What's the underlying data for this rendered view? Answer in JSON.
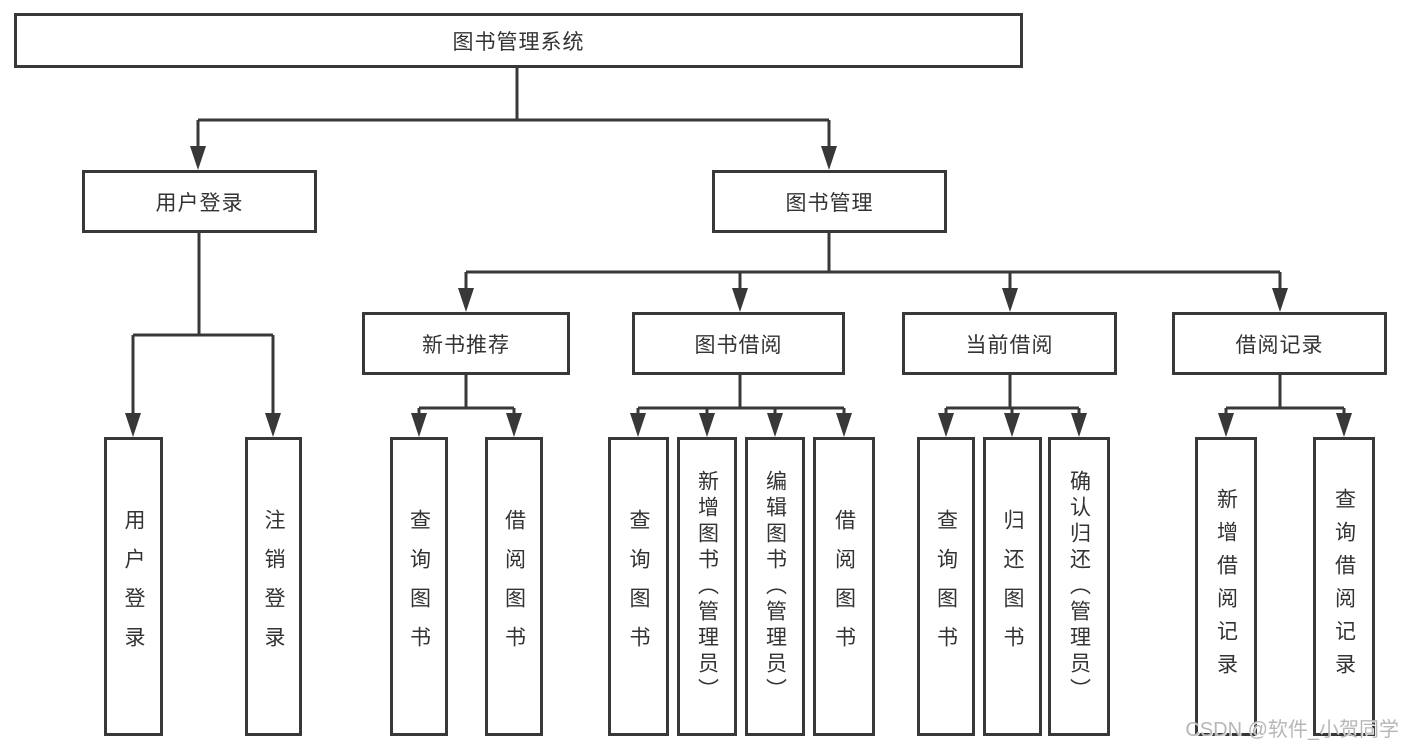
{
  "tree": {
    "root": "图书管理系统",
    "branches": [
      {
        "label": "用户登录",
        "leaves": [
          "用户登录",
          "注销登录"
        ]
      },
      {
        "label": "图书管理",
        "groups": [
          {
            "label": "新书推荐",
            "leaves": [
              "查询图书",
              "借阅图书"
            ]
          },
          {
            "label": "图书借阅",
            "leaves": [
              "查询图书",
              "新增图书（管理员）",
              "编辑图书（管理员）",
              "借阅图书"
            ]
          },
          {
            "label": "当前借阅",
            "leaves": [
              "查询图书",
              "归还图书",
              "确认归还（管理员）"
            ]
          },
          {
            "label": "借阅记录",
            "leaves": [
              "新增借阅记录",
              "查询借阅记录"
            ]
          }
        ]
      }
    ]
  },
  "watermark": "CSDN @软件_小贺同学",
  "colors": {
    "line": "#383838",
    "box_border": "#383838",
    "text": "#333333",
    "watermark": "#b7b7b7",
    "background": "#ffffff"
  }
}
